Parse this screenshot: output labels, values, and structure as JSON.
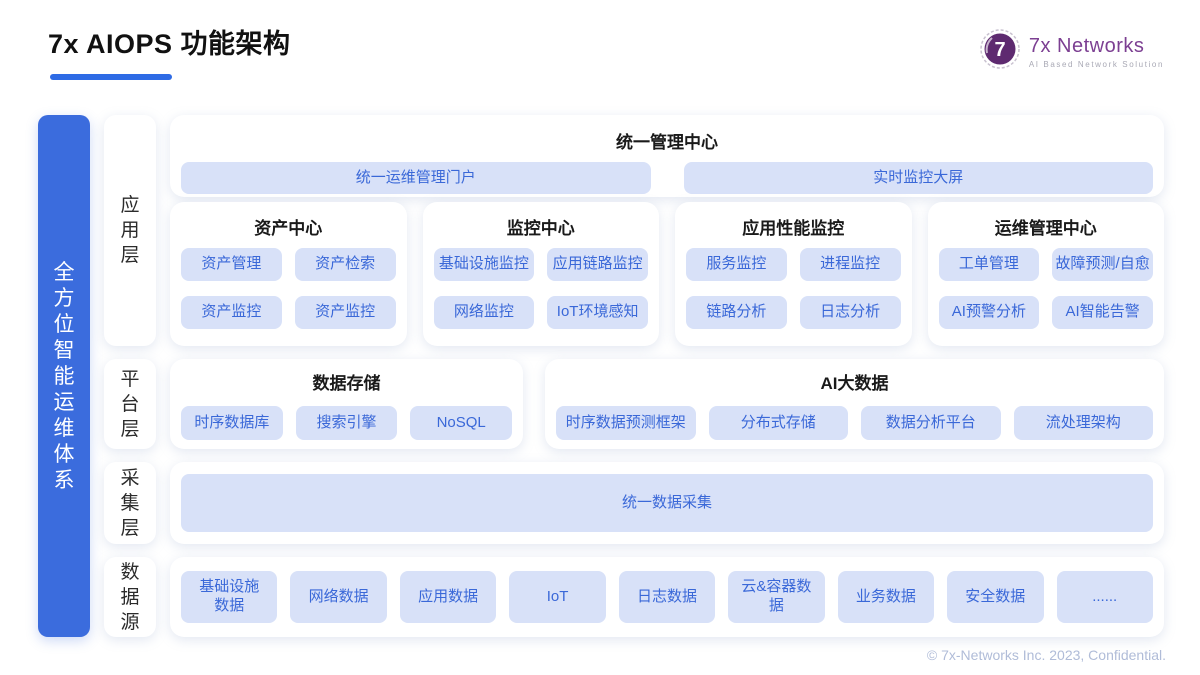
{
  "header": {
    "title": "7x AIOPS 功能架构",
    "logo": {
      "brand": "7x Networks",
      "tagline": "AI Based Network Solution",
      "mark": "7"
    }
  },
  "banner": {
    "text": "全方位智能运维体系"
  },
  "layers": [
    {
      "label": "应用层"
    },
    {
      "label": "平台层"
    },
    {
      "label": "采集层"
    },
    {
      "label": "数据源"
    }
  ],
  "unified_mgmt": {
    "title": "统一管理中心",
    "pills": [
      "统一运维管理门户",
      "实时监控大屏"
    ]
  },
  "app_groups": [
    {
      "title": "资产中心",
      "pills": [
        "资产管理",
        "资产检索",
        "资产监控",
        "资产监控"
      ]
    },
    {
      "title": "监控中心",
      "pills": [
        "基础设施监控",
        "应用链路监控",
        "网络监控",
        "IoT环境感知"
      ]
    },
    {
      "title": "应用性能监控",
      "pills": [
        "服务监控",
        "进程监控",
        "链路分析",
        "日志分析"
      ]
    },
    {
      "title": "运维管理中心",
      "pills": [
        "工单管理",
        "故障预测/自愈",
        "AI预警分析",
        "AI智能告警"
      ]
    }
  ],
  "platform_groups": [
    {
      "title": "数据存储",
      "pills": [
        "时序数据库",
        "搜索引擎",
        "NoSQL"
      ]
    },
    {
      "title": "AI大数据",
      "pills": [
        "时序数据预测框架",
        "分布式存储",
        "数据分析平台",
        "流处理架构"
      ]
    }
  ],
  "collect": {
    "pill": "统一数据采集"
  },
  "sources": {
    "pills": [
      "基础设施数据",
      "网络数据",
      "应用数据",
      "IoT",
      "日志数据",
      "云&容器数据",
      "业务数据",
      "安全数据",
      "......"
    ]
  },
  "footer": {
    "copyright": "© 7x-Networks Inc. 2023, Confidential."
  },
  "colors": {
    "accent_blue": "#2E6BE5",
    "banner_blue": "#3B6CDD",
    "pill_bg": "#D8E1F8",
    "pill_text": "#3A68D8",
    "brand_purple": "#7C3F92"
  }
}
